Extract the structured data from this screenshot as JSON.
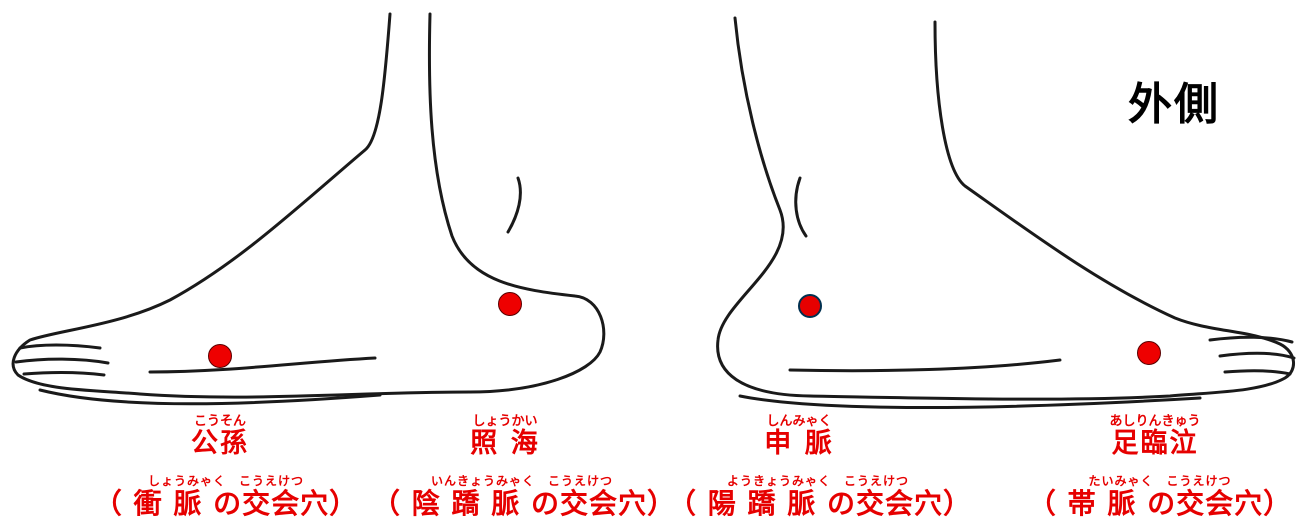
{
  "side_label": "外側",
  "point_colors": {
    "fill": "#ee0000",
    "fill_alt": "#e60000",
    "outline": "#5a0000",
    "outline_alt": "#003050"
  },
  "points": [
    {
      "ruby": "こうそん",
      "name": "公孫",
      "sub_ruby": "しょうみゃく　こうえけつ",
      "sub": "（ 衝 脈 の交会穴）"
    },
    {
      "ruby": "しょうかい",
      "name": "照 海",
      "sub_ruby": "いんきょうみゃく　こうえけつ",
      "sub": "（ 陰 蹻 脈 の交会穴）"
    },
    {
      "ruby": "しんみゃく",
      "name": "申 脈",
      "sub_ruby": "ようきょうみゃく　こうえけつ",
      "sub": "（ 陽 蹻 脈 の交会穴）"
    },
    {
      "ruby": "あしりんきゅう",
      "name": "足臨泣",
      "sub_ruby": "たいみゃく　こうえけつ",
      "sub": "（ 帯 脈 の交会穴）"
    }
  ]
}
